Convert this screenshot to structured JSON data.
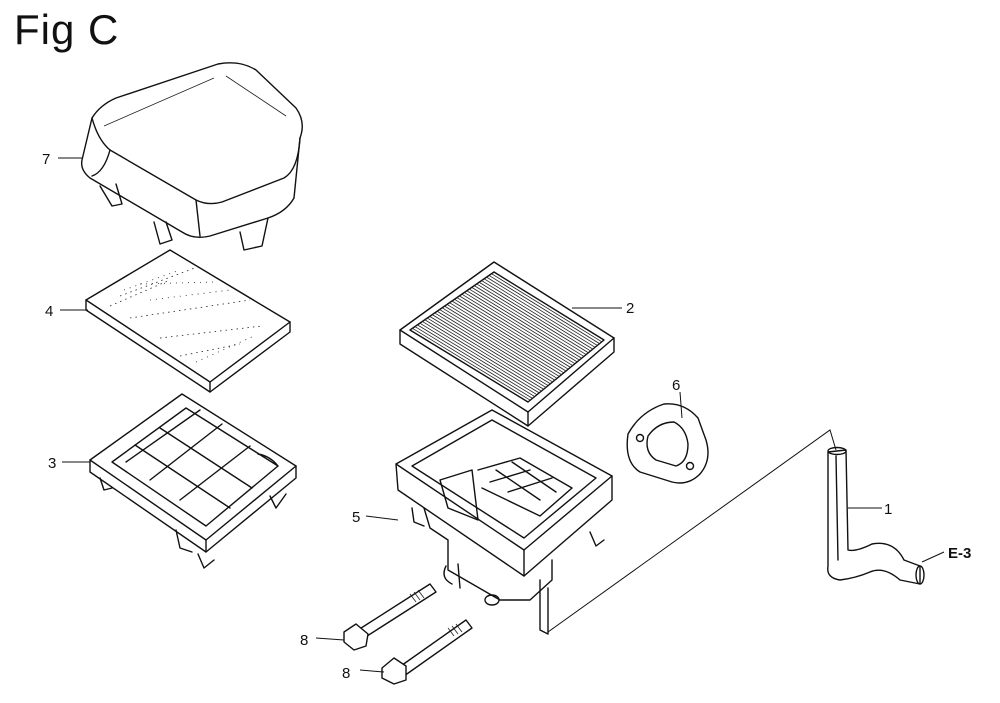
{
  "figure": {
    "title": "Fig C"
  },
  "callouts": [
    {
      "id": "c7",
      "text": "7"
    },
    {
      "id": "c4",
      "text": "4"
    },
    {
      "id": "c3",
      "text": "3"
    },
    {
      "id": "c2",
      "text": "2"
    },
    {
      "id": "c6",
      "text": "6"
    },
    {
      "id": "c5",
      "text": "5"
    },
    {
      "id": "c1",
      "text": "1"
    },
    {
      "id": "c8a",
      "text": "8"
    },
    {
      "id": "c8b",
      "text": "8"
    }
  ],
  "reference": {
    "text": "E-3"
  }
}
